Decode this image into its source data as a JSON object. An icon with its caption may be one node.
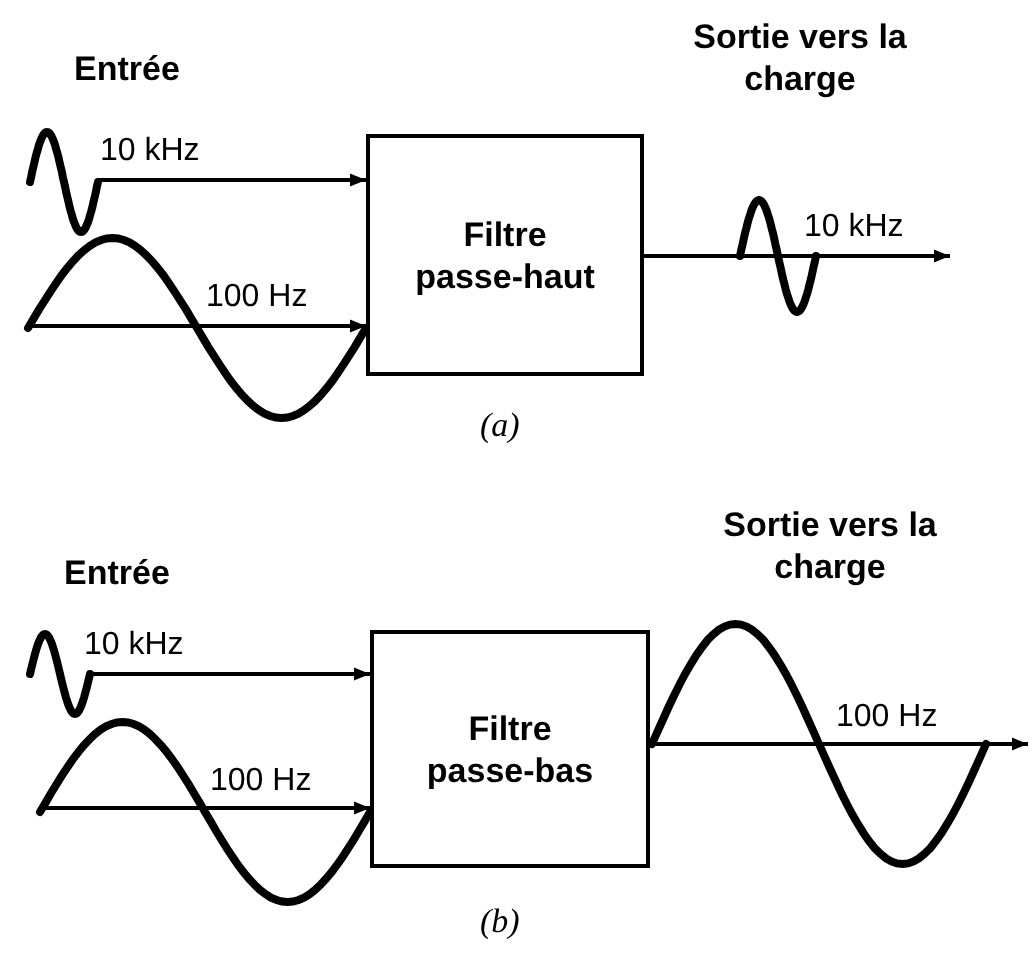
{
  "diagram": {
    "nodes": [
      {
        "text": [],
        "shape": "picture"
      },
      {
        "text": [],
        "shape": "picture"
      },
      {
        "text": [
          "Filtre passe-haut"
        ]
      },
      {
        "text": [],
        "shape": "picture",
        "beside": [
          "10 kHz"
        ]
      },
      {
        "text": [],
        "shape": "picture"
      },
      {
        "text": [],
        "shape": "picture"
      },
      {
        "text": [
          "Filtre passe-bas"
        ]
      },
      {
        "text": [],
        "shape": "picture"
      }
    ],
    "edges": [
      {
        "from": 0,
        "to": 2,
        "arrow": "to",
        "label": "10 kHz"
      },
      {
        "from": 1,
        "to": 2,
        "arrow": "to",
        "label": "100 Hz"
      },
      {
        "from": 2,
        "to": 3,
        "arrow": "to"
      },
      {
        "from": 4,
        "to": 6,
        "arrow": "to",
        "label": "10 kHz"
      },
      {
        "from": 5,
        "to": 6,
        "arrow": "to",
        "label": "100 Hz"
      },
      {
        "from": 6,
        "to": 7,
        "arrow": "to",
        "label": "100 Hz"
      }
    ],
    "labels": [
      "Entrée",
      "Sortie vers la charge",
      "(a)",
      "Entrée",
      "Sortie vers la charge",
      "(b)"
    ]
  }
}
